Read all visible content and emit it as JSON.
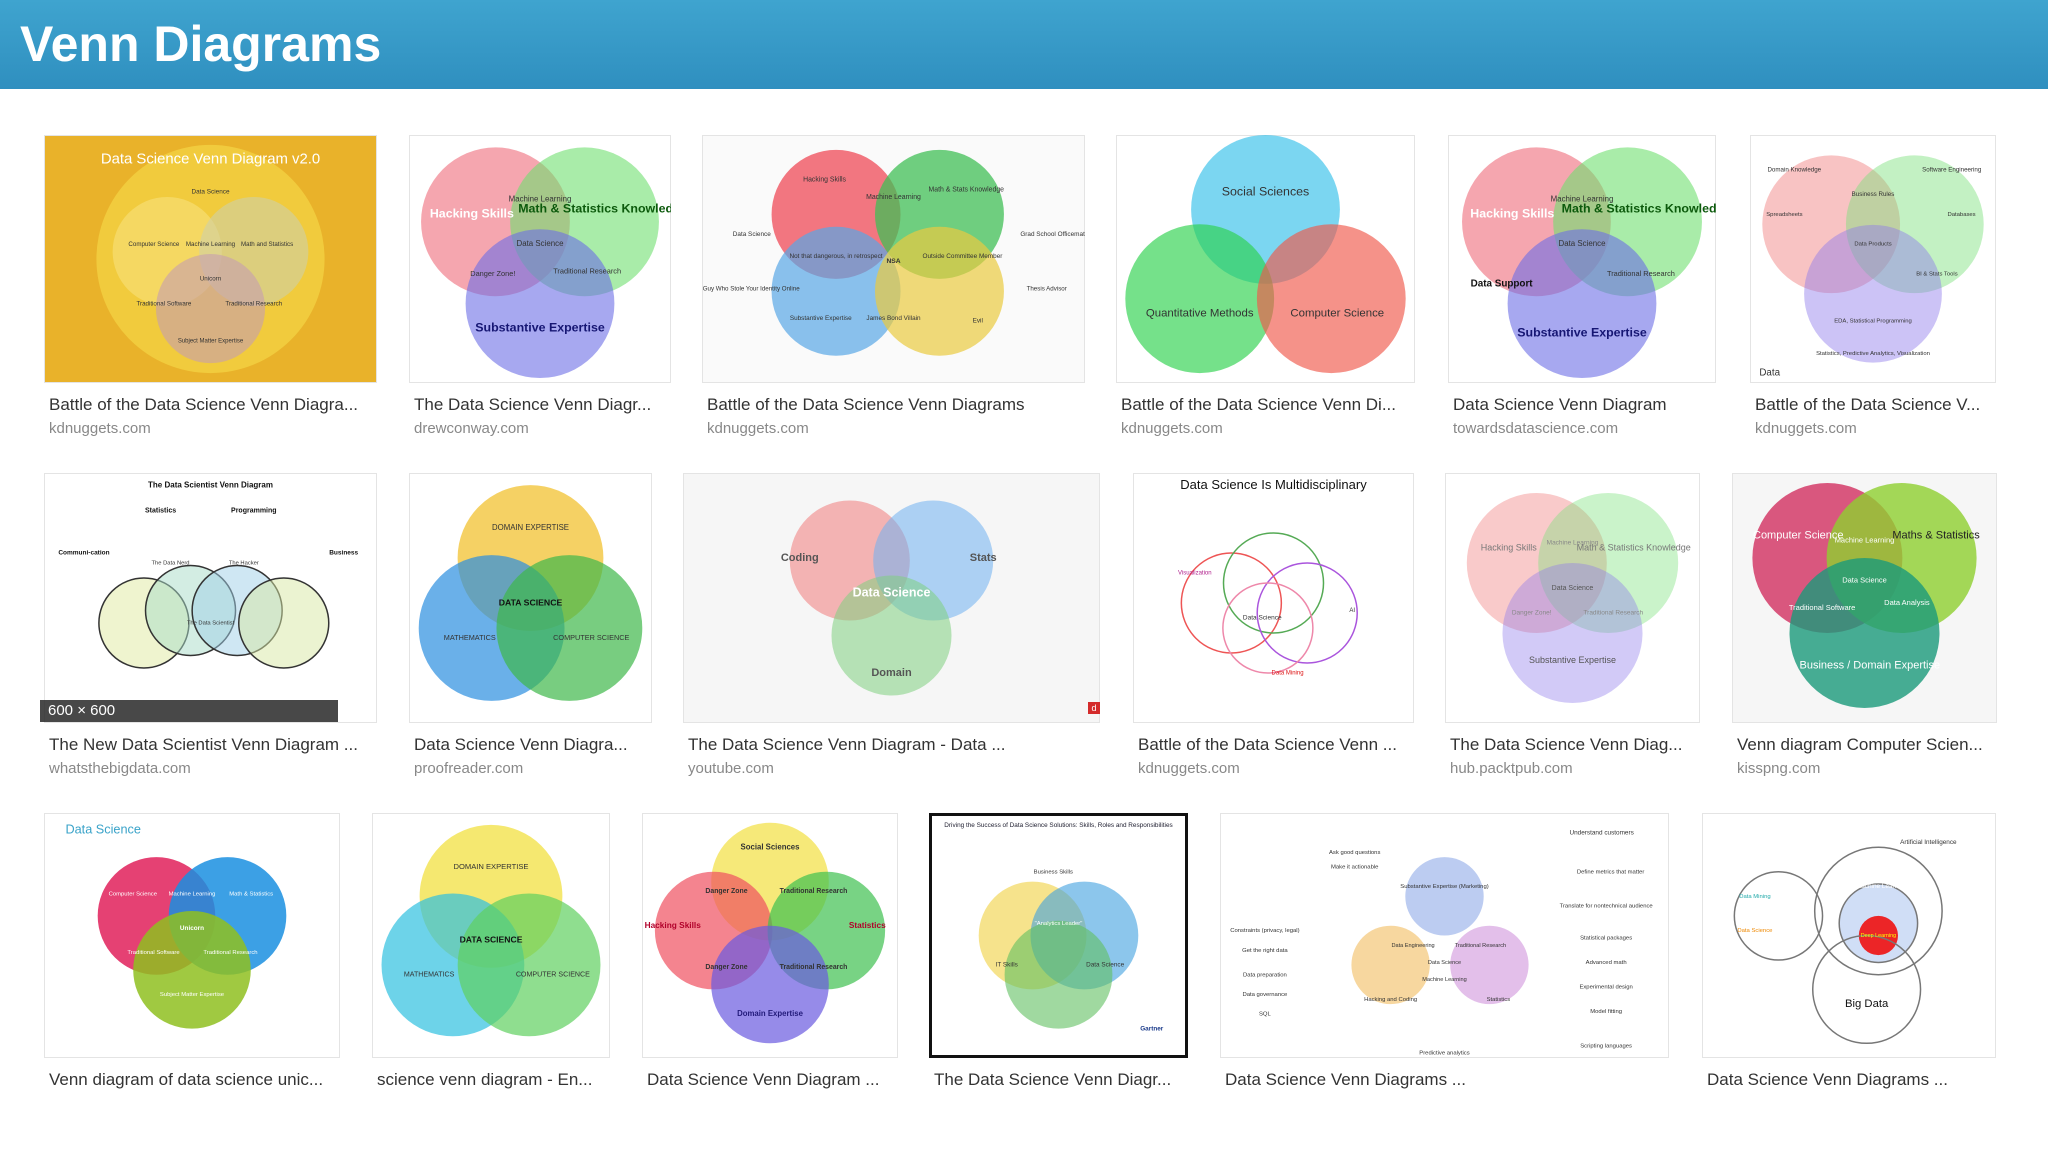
{
  "header": {
    "title": "Venn Diagrams"
  },
  "results": [
    {
      "caption": "Battle of the Data Science Venn Diagra...",
      "source": "kdnuggets.com",
      "text": [
        "Data Science Venn Diagram v2.0",
        "Data Science",
        "Computer Science",
        "Machine Learning",
        "Math and Statistics",
        "Unicorn",
        "Traditional Software",
        "Traditional Research",
        "Subject Matter Expertise"
      ]
    },
    {
      "caption": "The Data Science Venn Diagr...",
      "source": "drewconway.com",
      "text": [
        "Hacking Skills",
        "Math & Statistics Knowledge",
        "Machine Learning",
        "Data Science",
        "Danger Zone!",
        "Traditional Research",
        "Substantive Expertise"
      ]
    },
    {
      "caption": "Battle of the Data Science Venn Diagrams",
      "source": "kdnuggets.com",
      "text": [
        "Hacking Skills",
        "Machine Learning",
        "Math & Stats Knowledge",
        "Data Science",
        "Not that dangerous, in retrospect",
        "NSA",
        "Outside Committee Member",
        "Grad School Officemate",
        "That Guy Who Stole Your Identity Online",
        "Substantive Expertise",
        "James Bond Villain",
        "Evil",
        "Thesis Advisor"
      ]
    },
    {
      "caption": "Battle of the Data Science Venn Di...",
      "source": "kdnuggets.com",
      "text": [
        "Social Sciences",
        "Quantitative Methods",
        "Computer Science"
      ]
    },
    {
      "caption": "Data Science Venn Diagram",
      "source": "towardsdatascience.com",
      "text": [
        "Hacking Skills",
        "Math & Statistics Knowledge",
        "Machine Learning",
        "Data Science",
        "Data Support",
        "Traditional Research",
        "Substantive Expertise"
      ]
    },
    {
      "caption": "Battle of the Data Science V...",
      "source": "kdnuggets.com",
      "text": [
        "Domain Knowledge",
        "Software Engineering",
        "Spreadsheets",
        "Business Rules",
        "Databases",
        "Data Products",
        "BI & Stats Tools",
        "EDA, Statistical Programming",
        "Statistics, Predictive Analytics, Visualization",
        "Data"
      ]
    },
    {
      "caption": "The New Data Scientist Venn Diagram ...",
      "source": "whatsthebigdata.com",
      "text": [
        "The Data Scientist Venn Diagram",
        "Statistics",
        "Programming",
        "Communi-cation",
        "Business",
        "The Data Nerd",
        "The Hacker",
        "The Data Scientist",
        "600 × 600"
      ]
    },
    {
      "caption": "Data Science Venn Diagra...",
      "source": "proofreader.com",
      "text": [
        "DOMAIN EXPERTISE",
        "DATA SCIENCE",
        "MATHEMATICS",
        "COMPUTER SCIENCE"
      ]
    },
    {
      "caption": "The Data Science Venn Diagram - Data ...",
      "source": "youtube.com",
      "text": [
        "Coding",
        "Stats",
        "Data Science",
        "Domain"
      ]
    },
    {
      "caption": "Battle of the Data Science Venn ...",
      "source": "kdnuggets.com",
      "text": [
        "Data Science Is Multidisciplinary",
        "Visualization",
        "Data Science",
        "Data Mining",
        "AI"
      ]
    },
    {
      "caption": "The Data Science Venn Diag...",
      "source": "hub.packtpub.com",
      "text": [
        "Hacking Skills",
        "Math & Statistics Knowledge",
        "Machine Learning",
        "Data Science",
        "Danger Zone!",
        "Traditional Research",
        "Substantive Expertise"
      ]
    },
    {
      "caption": "Venn diagram Computer Scien...",
      "source": "kisspng.com",
      "text": [
        "Computer Science",
        "Machine Learning",
        "Maths & Statistics",
        "Data Science",
        "Traditional Software",
        "Data Analysis",
        "Business / Domain Expertise"
      ]
    },
    {
      "caption": "Venn diagram of data science unic...",
      "source": "",
      "text": [
        "Data Science",
        "Computer Science",
        "Machine Learning",
        "Math & Statistics",
        "Unicorn",
        "Traditional Software",
        "Traditional Research",
        "Subject Matter Expertise"
      ]
    },
    {
      "caption": "science venn diagram - En...",
      "source": "",
      "text": [
        "DOMAIN EXPERTISE",
        "DATA SCIENCE",
        "MATHEMATICS",
        "COMPUTER SCIENCE"
      ]
    },
    {
      "caption": "Data Science Venn Diagram ...",
      "source": "",
      "text": [
        "Social Sciences",
        "Danger Zone",
        "Traditional Research",
        "Hacking Skills",
        "Statistics",
        "Danger Zone",
        "Traditional Research",
        "Domain Expertise"
      ]
    },
    {
      "caption": "The Data Science Venn Diagr...",
      "source": "",
      "text": [
        "Driving the Success of Data Science Solutions: Skills, Roles and Responsibilities",
        "Business Skills",
        "\"Analytics Leader\"",
        "IT Skills",
        "Data Science",
        "Gartner"
      ]
    },
    {
      "caption": "Data Science Venn Diagrams ...",
      "source": "",
      "text": [
        "Understand customers",
        "Ask good questions",
        "Define metrics that matter",
        "Make it actionable",
        "Substantive Expertise (Marketing)",
        "Translate for nontechnical audience",
        "Constraints (privacy, legal)",
        "Statistical packages",
        "Get the right data",
        "Data Engineering",
        "Traditional Research",
        "Advanced math",
        "Data preparation",
        "Data Science",
        "Experimental design",
        "Data governance",
        "Machine Learning",
        "Model fitting",
        "SQL",
        "Hacking and Coding",
        "Statistics",
        "Scripting languages",
        "Predictive analytics"
      ]
    },
    {
      "caption": "Data Science Venn Diagrams ...",
      "source": "",
      "text": [
        "Artificial Intelligence",
        "Machine Learning",
        "Data Mining",
        "Data Science",
        "Deep Learning",
        "Big Data"
      ]
    }
  ]
}
